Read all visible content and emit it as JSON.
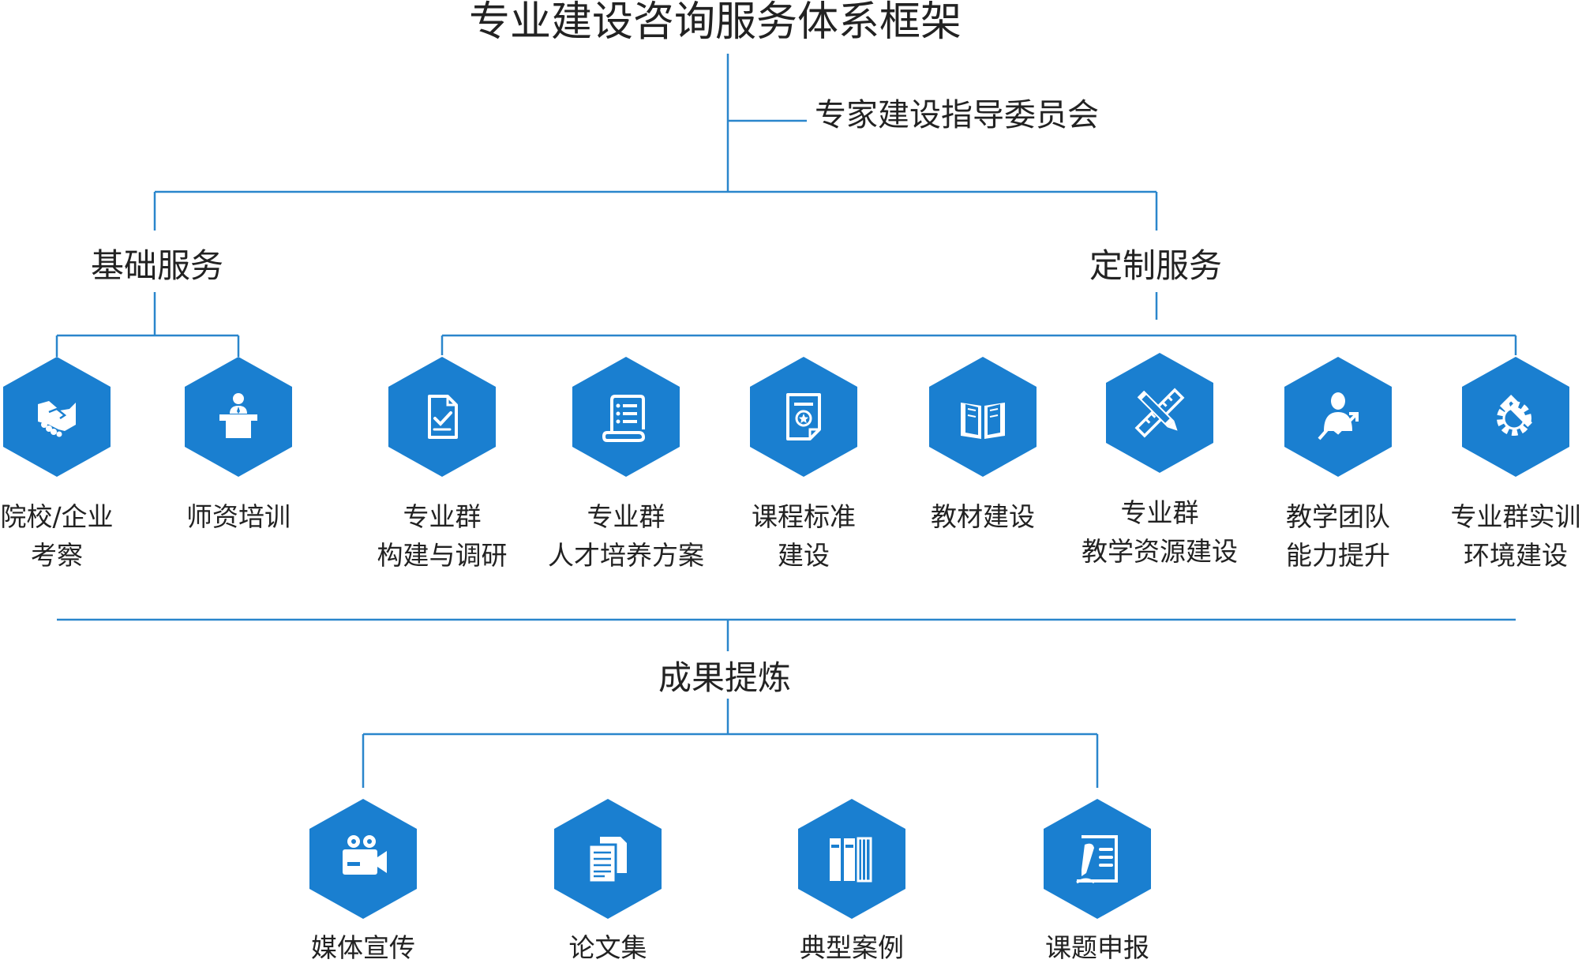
{
  "title": "专业建设咨询服务体系框架",
  "committee": "专家建设指导委员会",
  "basic": {
    "title": "基础服务",
    "items": [
      {
        "icon": "handshake-icon",
        "lines": [
          "院校/企业",
          "考察"
        ]
      },
      {
        "icon": "lecturer-icon",
        "lines": [
          "师资培训"
        ]
      }
    ]
  },
  "custom": {
    "title": "定制服务",
    "items": [
      {
        "icon": "checked-document-icon",
        "lines": [
          "专业群",
          "构建与调研"
        ]
      },
      {
        "icon": "scroll-icon",
        "lines": [
          "专业群",
          "人才培养方案"
        ]
      },
      {
        "icon": "certificate-icon",
        "lines": [
          "课程标准",
          "建设"
        ]
      },
      {
        "icon": "book-icon",
        "lines": [
          "教材建设"
        ]
      },
      {
        "icon": "pencil-ruler-icon",
        "lines": [
          "专业群",
          "教学资源建设"
        ]
      },
      {
        "icon": "growth-person-icon",
        "lines": [
          "教学团队",
          "能力提升"
        ]
      },
      {
        "icon": "gear-wrench-icon",
        "lines": [
          "专业群实训",
          "环境建设"
        ]
      }
    ]
  },
  "results": {
    "title": "成果提炼",
    "items": [
      {
        "icon": "video-camera-icon",
        "lines": [
          "媒体宣传"
        ]
      },
      {
        "icon": "papers-icon",
        "lines": [
          "论文集"
        ]
      },
      {
        "icon": "binders-icon",
        "lines": [
          "典型案例"
        ]
      },
      {
        "icon": "signed-report-icon",
        "lines": [
          "课题申报"
        ]
      }
    ]
  },
  "colors": {
    "accent": "#1a7fd0",
    "line": "#2a86cc",
    "text": "#222222"
  }
}
